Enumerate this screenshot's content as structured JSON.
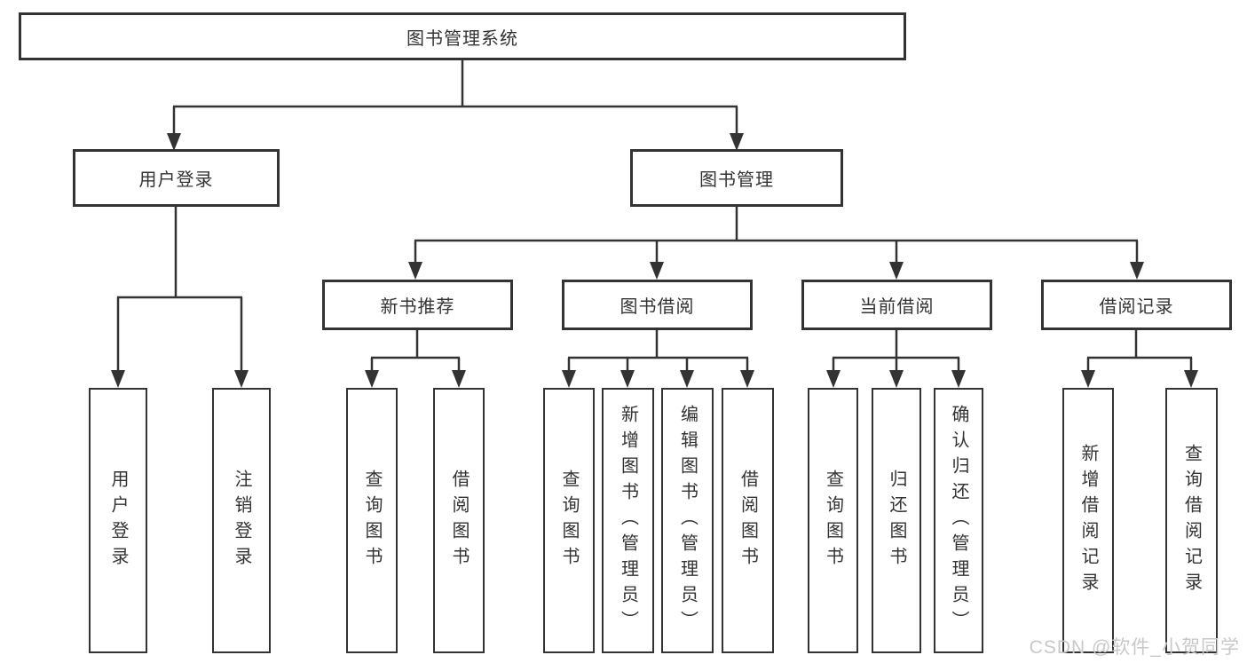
{
  "diagram": {
    "root": "图书管理系统",
    "nodes": {
      "user_login": "用户登录",
      "book_mgmt": "图书管理",
      "new_books": "新书推荐",
      "book_borrow": "图书借阅",
      "current_borrow": "当前借阅",
      "borrow_records": "借阅记录"
    },
    "leaves": {
      "login": [
        "用户登录",
        "注销登录"
      ],
      "new_books": [
        "查询图书",
        "借阅图书"
      ],
      "book_borrow": [
        "查询图书",
        "新增图书（管理员）",
        "编辑图书（管理员）",
        "借阅图书"
      ],
      "current_borrow": [
        "查询图书",
        "归还图书",
        "确认归还（管理员）"
      ],
      "borrow_records": [
        "新增借阅记录",
        "查询借阅记录"
      ]
    }
  },
  "watermark": "CSDN @软件_小贺同学",
  "colors": {
    "line": "#333333",
    "border": "#333333",
    "text": "#333333",
    "watermark": "#c8c8c8",
    "background": "#ffffff"
  }
}
